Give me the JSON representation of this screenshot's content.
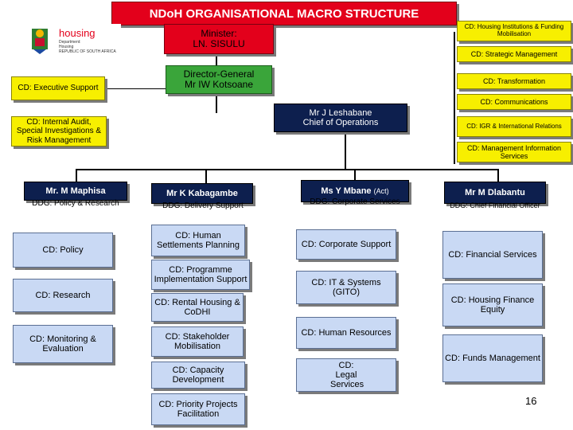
{
  "title": "NDoH ORGANISATIONAL  MACRO STRUCTURE",
  "logo": {
    "word": "housing",
    "line1": "Department:",
    "line2": "Housing",
    "line3": "REPUBLIC OF SOUTH AFRICA"
  },
  "minister": {
    "line1": "Minister:",
    "line2": "LN. SISULU"
  },
  "dg": {
    "line1": "Director-General",
    "line2": "Mr IW Kotsoane"
  },
  "executive_support": "CD: Executive Support",
  "internal_audit": "CD: Internal Audit, Special Investigations & Risk Management",
  "coo": {
    "name": "Mr J Leshabane",
    "title": "Chief  of  Operations"
  },
  "right_column": [
    "CD: Housing Institutions & Funding Mobilisation",
    "CD: Strategic Management",
    "CD: Transformation",
    "CD: Communications",
    "CD: IGR & International Relations",
    "CD: Management Information Services"
  ],
  "branches": [
    {
      "head": "Mr. M Maphisa",
      "ddg": "DDG: Policy & Research",
      "units": [
        "CD: Policy",
        "CD: Research",
        "CD:  Monitoring & Evaluation"
      ]
    },
    {
      "head": "Mr K Kabagambe",
      "ddg": "DDG: Delivery Support",
      "units": [
        "CD: Human Settlements Planning",
        "CD: Programme Implementation Support",
        "CD: Rental Housing & CoDHI",
        "CD: Stakeholder Mobilisation",
        "CD: Capacity Development",
        "CD: Priority Projects Facilitation"
      ]
    },
    {
      "head": "Ms Y Mbane",
      "head_suffix": "(Act)",
      "ddg": "DDG: Corporate Services",
      "units": [
        "CD: Corporate Support",
        "CD: IT & Systems (GITO)",
        "CD: Human Resources",
        "CD: Legal Services"
      ]
    },
    {
      "head": "Mr M Dlabantu",
      "ddg": "DDG: Chief Financial Officer",
      "units": [
        "CD: Financial Services",
        "CD: Housing Finance Equity",
        "CD: Funds Management"
      ]
    }
  ],
  "page_number": "16",
  "colors": {
    "red": "#e3001b",
    "green": "#3aa53a",
    "yellow": "#f7ef00",
    "navy": "#0d1f4e",
    "light_blue": "#c9d9f4"
  }
}
